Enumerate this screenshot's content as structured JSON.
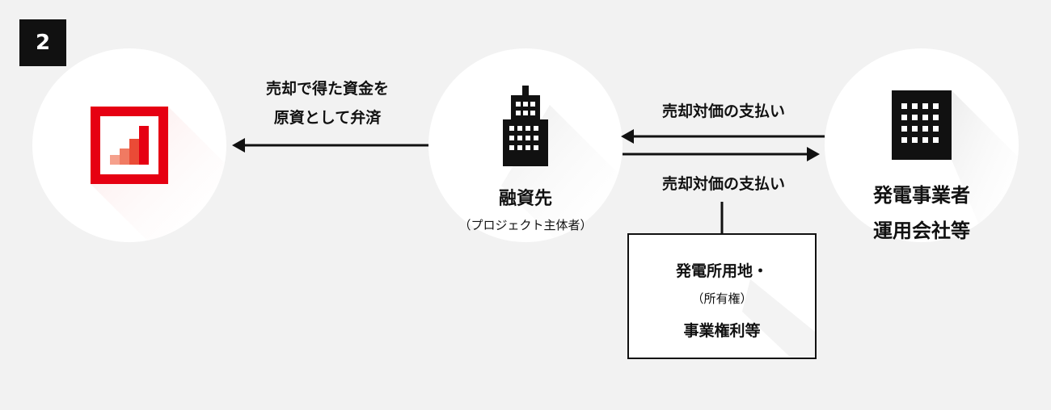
{
  "step_badge": "2",
  "left_arrow": {
    "line1": "売却で得た資金を",
    "line2": "原資として弁済"
  },
  "sponsor": {
    "name": "融資先",
    "subtitle": "（プロジェクト主体者）"
  },
  "operator": {
    "line1": "発電事業者",
    "line2": "運用会社等"
  },
  "payment_to_sponsor": "売却対価の支払い",
  "payment_to_operator": "売却対価の支払い",
  "assets": {
    "line1": "発電所用地・",
    "line2": "（所有権）",
    "line3": "事業権利等"
  },
  "colors": {
    "background": "#f2f2f2",
    "brand_red": "#e60012",
    "ink": "#111111"
  },
  "icons": {
    "lender": "bank-logo-icon",
    "sponsor": "office-tower-icon",
    "operator": "office-building-icon"
  }
}
